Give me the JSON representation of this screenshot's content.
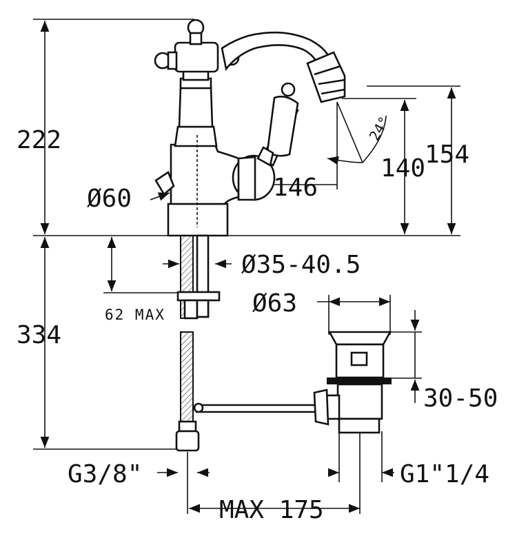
{
  "dimensions": {
    "total_height": "222",
    "below_height": "334",
    "diameter_base": "Ø60",
    "reach": "146",
    "height_140": "140",
    "height_154": "154",
    "spout_angle": "24°",
    "hole_diameter": "Ø35-40.5",
    "deck_max": "62 MAX",
    "waste_diameter": "Ø63",
    "waste_range": "30-50",
    "thread_supply": "G3/8\"",
    "thread_waste": "G1\"1/4",
    "pop_up_max": "MAX 175"
  }
}
